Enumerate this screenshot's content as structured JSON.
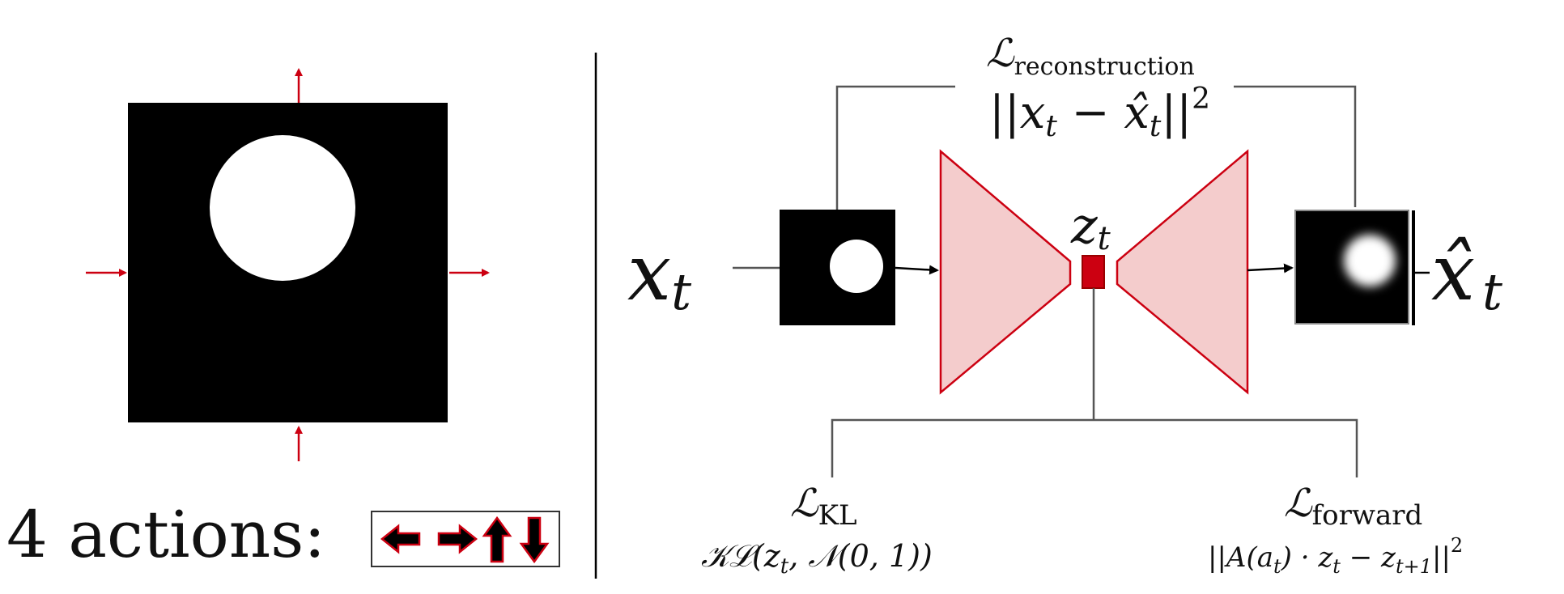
{
  "left_panel": {
    "actions_label": "4 actions:",
    "action_icons": [
      "left-arrow-icon",
      "right-arrow-icon",
      "up-arrow-icon",
      "down-arrow-icon"
    ]
  },
  "model": {
    "input_symbol": "x",
    "input_sub": "t",
    "output_symbol": "x̂",
    "output_sub": "t",
    "latent_symbol": "z",
    "latent_sub": "t"
  },
  "losses": {
    "reconstruction": {
      "name": "ℒ",
      "sub": "reconstruction",
      "formula_parts": {
        "open": "||x",
        "s1": "t",
        "mid": " − x̂",
        "s2": "t",
        "close": "||",
        "pow": "2"
      }
    },
    "kl": {
      "name": "ℒ",
      "sub": "KL",
      "formula_parts": {
        "a": "𝒦ℒ(z",
        "s1": "t",
        "b": ", 𝒩(0, 1))"
      }
    },
    "forward": {
      "name": "ℒ",
      "sub": "forward",
      "formula_parts": {
        "a": "||A(a",
        "s1": "t",
        "b": ") · z",
        "s2": "t",
        "c": " − z",
        "s3": "t+1",
        "d": "||",
        "pow": "2"
      }
    }
  },
  "colors": {
    "accent_red": "#cc0011",
    "trapezoid_fill": "#f4cccc",
    "line_gray": "#555555",
    "black": "#000000"
  }
}
